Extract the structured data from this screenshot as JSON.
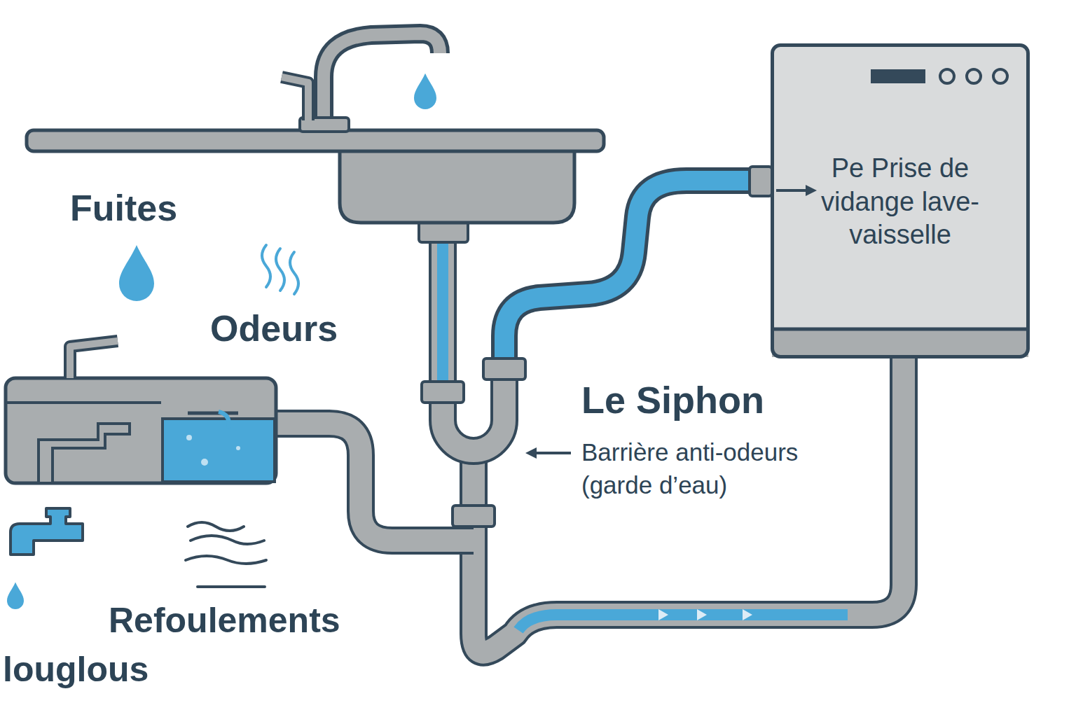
{
  "diagram": {
    "nodes": [
      {
        "text": [
          "Pe Prise de vidange lave-vaisselle"
        ]
      }
    ],
    "labels": [
      "Fuites",
      "Odeurs",
      "Le Siphon",
      "Barrière anti-odeurs (garde d’eau)",
      "Refoulements",
      "louglous"
    ]
  }
}
